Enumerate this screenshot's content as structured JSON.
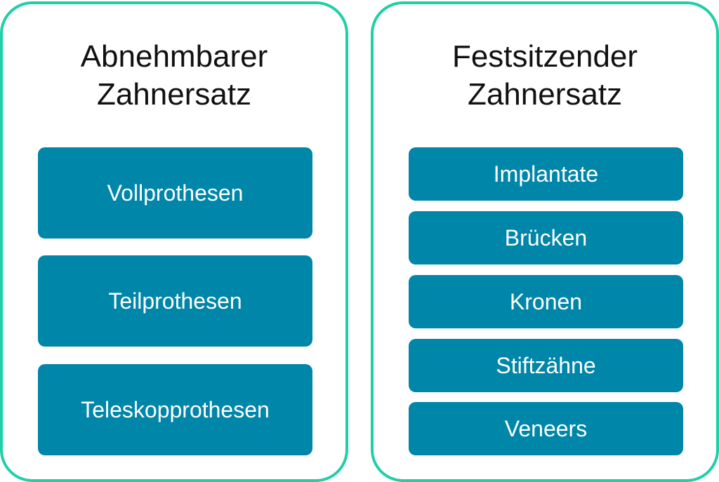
{
  "left": {
    "title_line1": "Abnehmbarer",
    "title_line2": "Zahnersatz",
    "items": [
      "Vollprothesen",
      "Teilprothesen",
      "Teleskopprothesen"
    ]
  },
  "right": {
    "title_line1": "Festsitzender",
    "title_line2": "Zahnersatz",
    "items": [
      "Implantate",
      "Brücken",
      "Kronen",
      "Stiftzähne",
      "Veneers"
    ]
  },
  "colors": {
    "border": "#1fcfa7",
    "box": "#0086a8"
  }
}
